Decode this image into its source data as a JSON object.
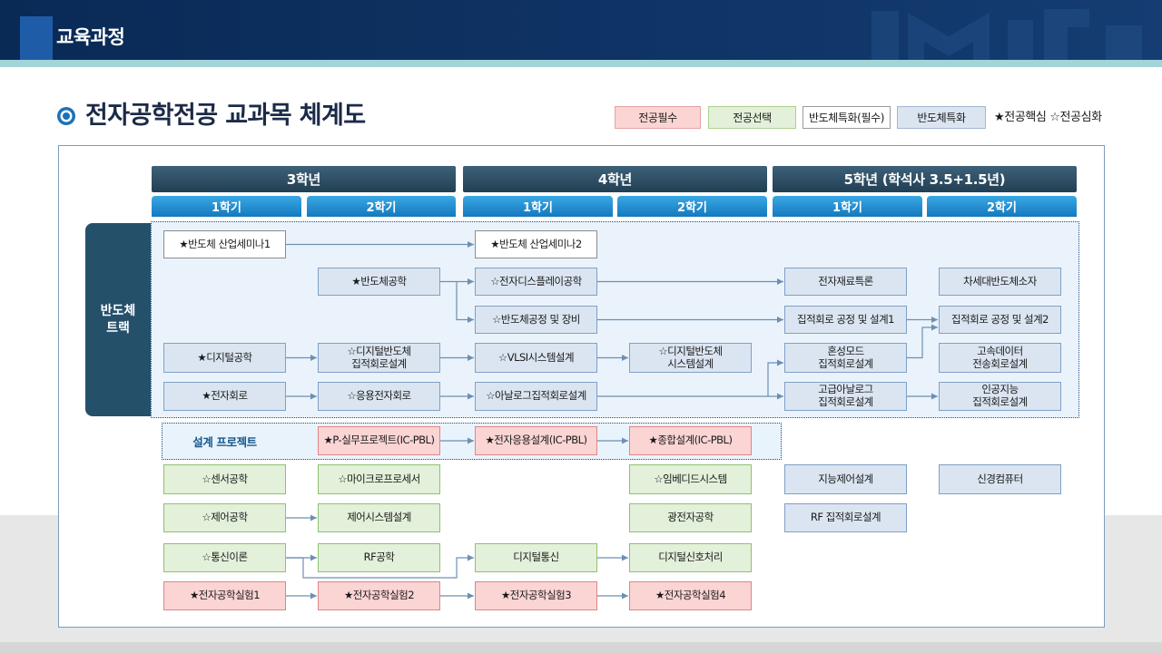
{
  "header": {
    "title": "교육과정"
  },
  "page_title": "전자공학전공 교과목 체계도",
  "legend": {
    "required": "전공필수",
    "elective": "전공선택",
    "semi_required": "반도체특화(필수)",
    "semi": "반도체특화",
    "note": "★전공핵심 ☆전공심화"
  },
  "years": [
    "3학년",
    "4학년",
    "5학년 (학석사 3.5+1.5년)"
  ],
  "semesters": [
    "1학기",
    "2학기",
    "1학기",
    "2학기",
    "1학기",
    "2학기"
  ],
  "semiconductor_track": {
    "label": "반도체\n트랙",
    "seminar1": "★반도체 산업세미나1",
    "seminar2": "★반도체 산업세미나2",
    "semiconductor_eng": "★반도체공학",
    "display_eng": "☆전자디스플레이공학",
    "materials": "전자재료특론",
    "next_gen_devices": "차세대반도체소자",
    "process_equipment": "☆반도체공정 및 장비",
    "ic_process_design1": "집적회로 공정 및 설계1",
    "ic_process_design2": "집적회로 공정 및 설계2",
    "digital_eng": "★디지털공학",
    "digital_semi_ic": "☆디지털반도체\n집적회로설계",
    "vlsi": "☆VLSI시스템설계",
    "digital_semi_system": "☆디지털반도체\n시스템설계",
    "mixed_mode": "혼성모드\n집적회로설계",
    "high_speed": "고속데이터\n전송회로설계",
    "electronic_circuits": "★전자회로",
    "applied_circuits": "☆응용전자회로",
    "analog_ic": "☆아날로그집적회로설계",
    "advanced_analog": "고급아날로그\n집적회로설계",
    "ai_ic": "인공지능\n집적회로설계"
  },
  "design_project": {
    "label": "설계 프로젝트",
    "practice_project": "★P-실무프로젝트(IC-PBL)",
    "applied_design": "★전자응용설계(IC-PBL)",
    "capstone": "★종합설계(IC-PBL)"
  },
  "other_courses": {
    "sensor": "☆센서공학",
    "microprocessor": "☆마이크로프로세서",
    "embedded": "☆임베디드시스템",
    "intelligent_control": "지능제어설계",
    "neurocomputer": "신경컴퓨터",
    "control_eng": "☆제어공학",
    "control_system": "제어시스템설계",
    "optoelectronics": "광전자공학",
    "rf_ic": "RF 집적회로설계",
    "comm_theory": "☆통신이론",
    "rf_eng": "RF공학",
    "digital_comm": "디지털통신",
    "dsp": "디지털신호처리",
    "lab1": "★전자공학실험1",
    "lab2": "★전자공학실험2",
    "lab3": "★전자공학실험3",
    "lab4": "★전자공학실험4"
  },
  "icons": {
    "title_bullet": "target-icon"
  },
  "colors": {
    "required": "#fbd4d4",
    "elective": "#e3f0da",
    "semi_required": "#ffffff",
    "semi": "#dbe5f1",
    "year_header": "#223f53",
    "year_header_top": "#3d6179",
    "semester_header": "#1479bf",
    "semester_header_top": "#3aa8e4",
    "arrow": "#6d8fb3"
  }
}
